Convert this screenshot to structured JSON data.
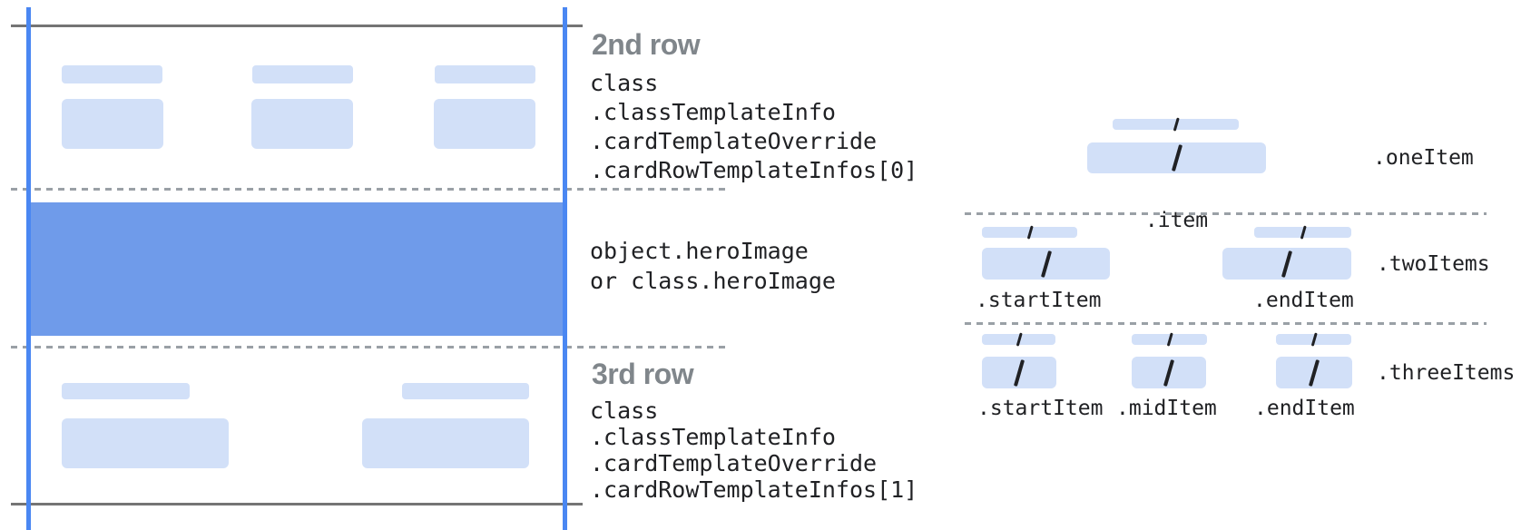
{
  "colors": {
    "bar_fill": "#d2e0f8",
    "hero_fill": "#6f9bea",
    "guide_blue": "#4a87f2",
    "line_gray": "#757575",
    "dash_gray": "#9aa0a6",
    "heading_gray": "#80868b",
    "ink": "#202124"
  },
  "left_card": {
    "second_row": {
      "heading": "2nd row",
      "code_lines": [
        "class",
        ".classTemplateInfo",
        ".cardTemplateOverride",
        ".cardRowTemplateInfos[0]"
      ]
    },
    "hero": {
      "code_lines": [
        "object.heroImage",
        "or class.heroImage"
      ]
    },
    "third_row": {
      "heading": "3rd row",
      "code_lines": [
        "class",
        ".classTemplateInfo",
        ".cardTemplateOverride",
        ".cardRowTemplateInfos[1]"
      ]
    }
  },
  "item_layouts": {
    "one_item": {
      "row_label": ".oneItem",
      "item_label": ".item"
    },
    "two_items": {
      "row_label": ".twoItems",
      "start_label": ".startItem",
      "end_label": ".endItem"
    },
    "three_items": {
      "row_label": ".threeItems",
      "start_label": ".startItem",
      "mid_label": ".midItem",
      "end_label": ".endItem"
    }
  }
}
